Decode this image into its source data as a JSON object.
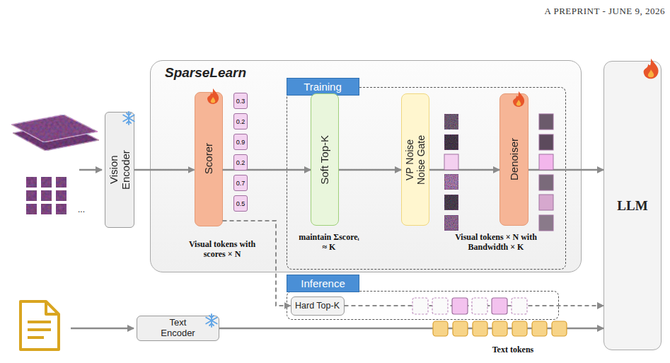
{
  "diagram": {
    "nodes": [
      {
        "text": [
          "Vision Encoder"
        ]
      },
      {
        "text": [
          "SparseLearn"
        ]
      },
      {
        "text": [
          "Scorer"
        ],
        "in": 1
      },
      {
        "text": [
          "Training"
        ],
        "in": 1
      },
      {
        "text": [
          "Soft Top-K"
        ],
        "in": 3
      },
      {
        "text": [
          "VP Noise Noise Gate"
        ],
        "in": 3
      },
      {
        "text": [
          "Denoiser"
        ],
        "in": 3
      },
      {
        "text": [
          "LLM"
        ]
      },
      {
        "text": [
          "Inference"
        ]
      },
      {
        "text": [
          "Hard Top-K"
        ],
        "in": 8
      },
      {
        "text": [
          "Text Encoder"
        ]
      }
    ],
    "edges": [
      {
        "from": 0,
        "to": 2,
        "arrow": "to"
      },
      {
        "from": 2,
        "to": 4,
        "arrow": "to"
      },
      {
        "from": 4,
        "to": 5,
        "arrow": "to"
      },
      {
        "from": 5,
        "to": 6,
        "arrow": "to"
      },
      {
        "from": 6,
        "to": 7,
        "arrow": "to"
      },
      {
        "from": 2,
        "to": 9,
        "arrow": "to"
      },
      {
        "from": 9,
        "to": 7,
        "arrow": "to"
      },
      {
        "from": 10,
        "to": 7,
        "arrow": "to"
      }
    ],
    "labels": [
      "A PREPRINT - JUNE 9, 2026",
      "...",
      "0.3",
      "0.2",
      "0.9",
      "0.2",
      "0.7",
      "0.5",
      "Visual tokens with scores × N",
      "maintain Σscoreᵢ ≈ K",
      "Visual tokens × N with Bandwidth × K",
      "Text tokens"
    ]
  }
}
